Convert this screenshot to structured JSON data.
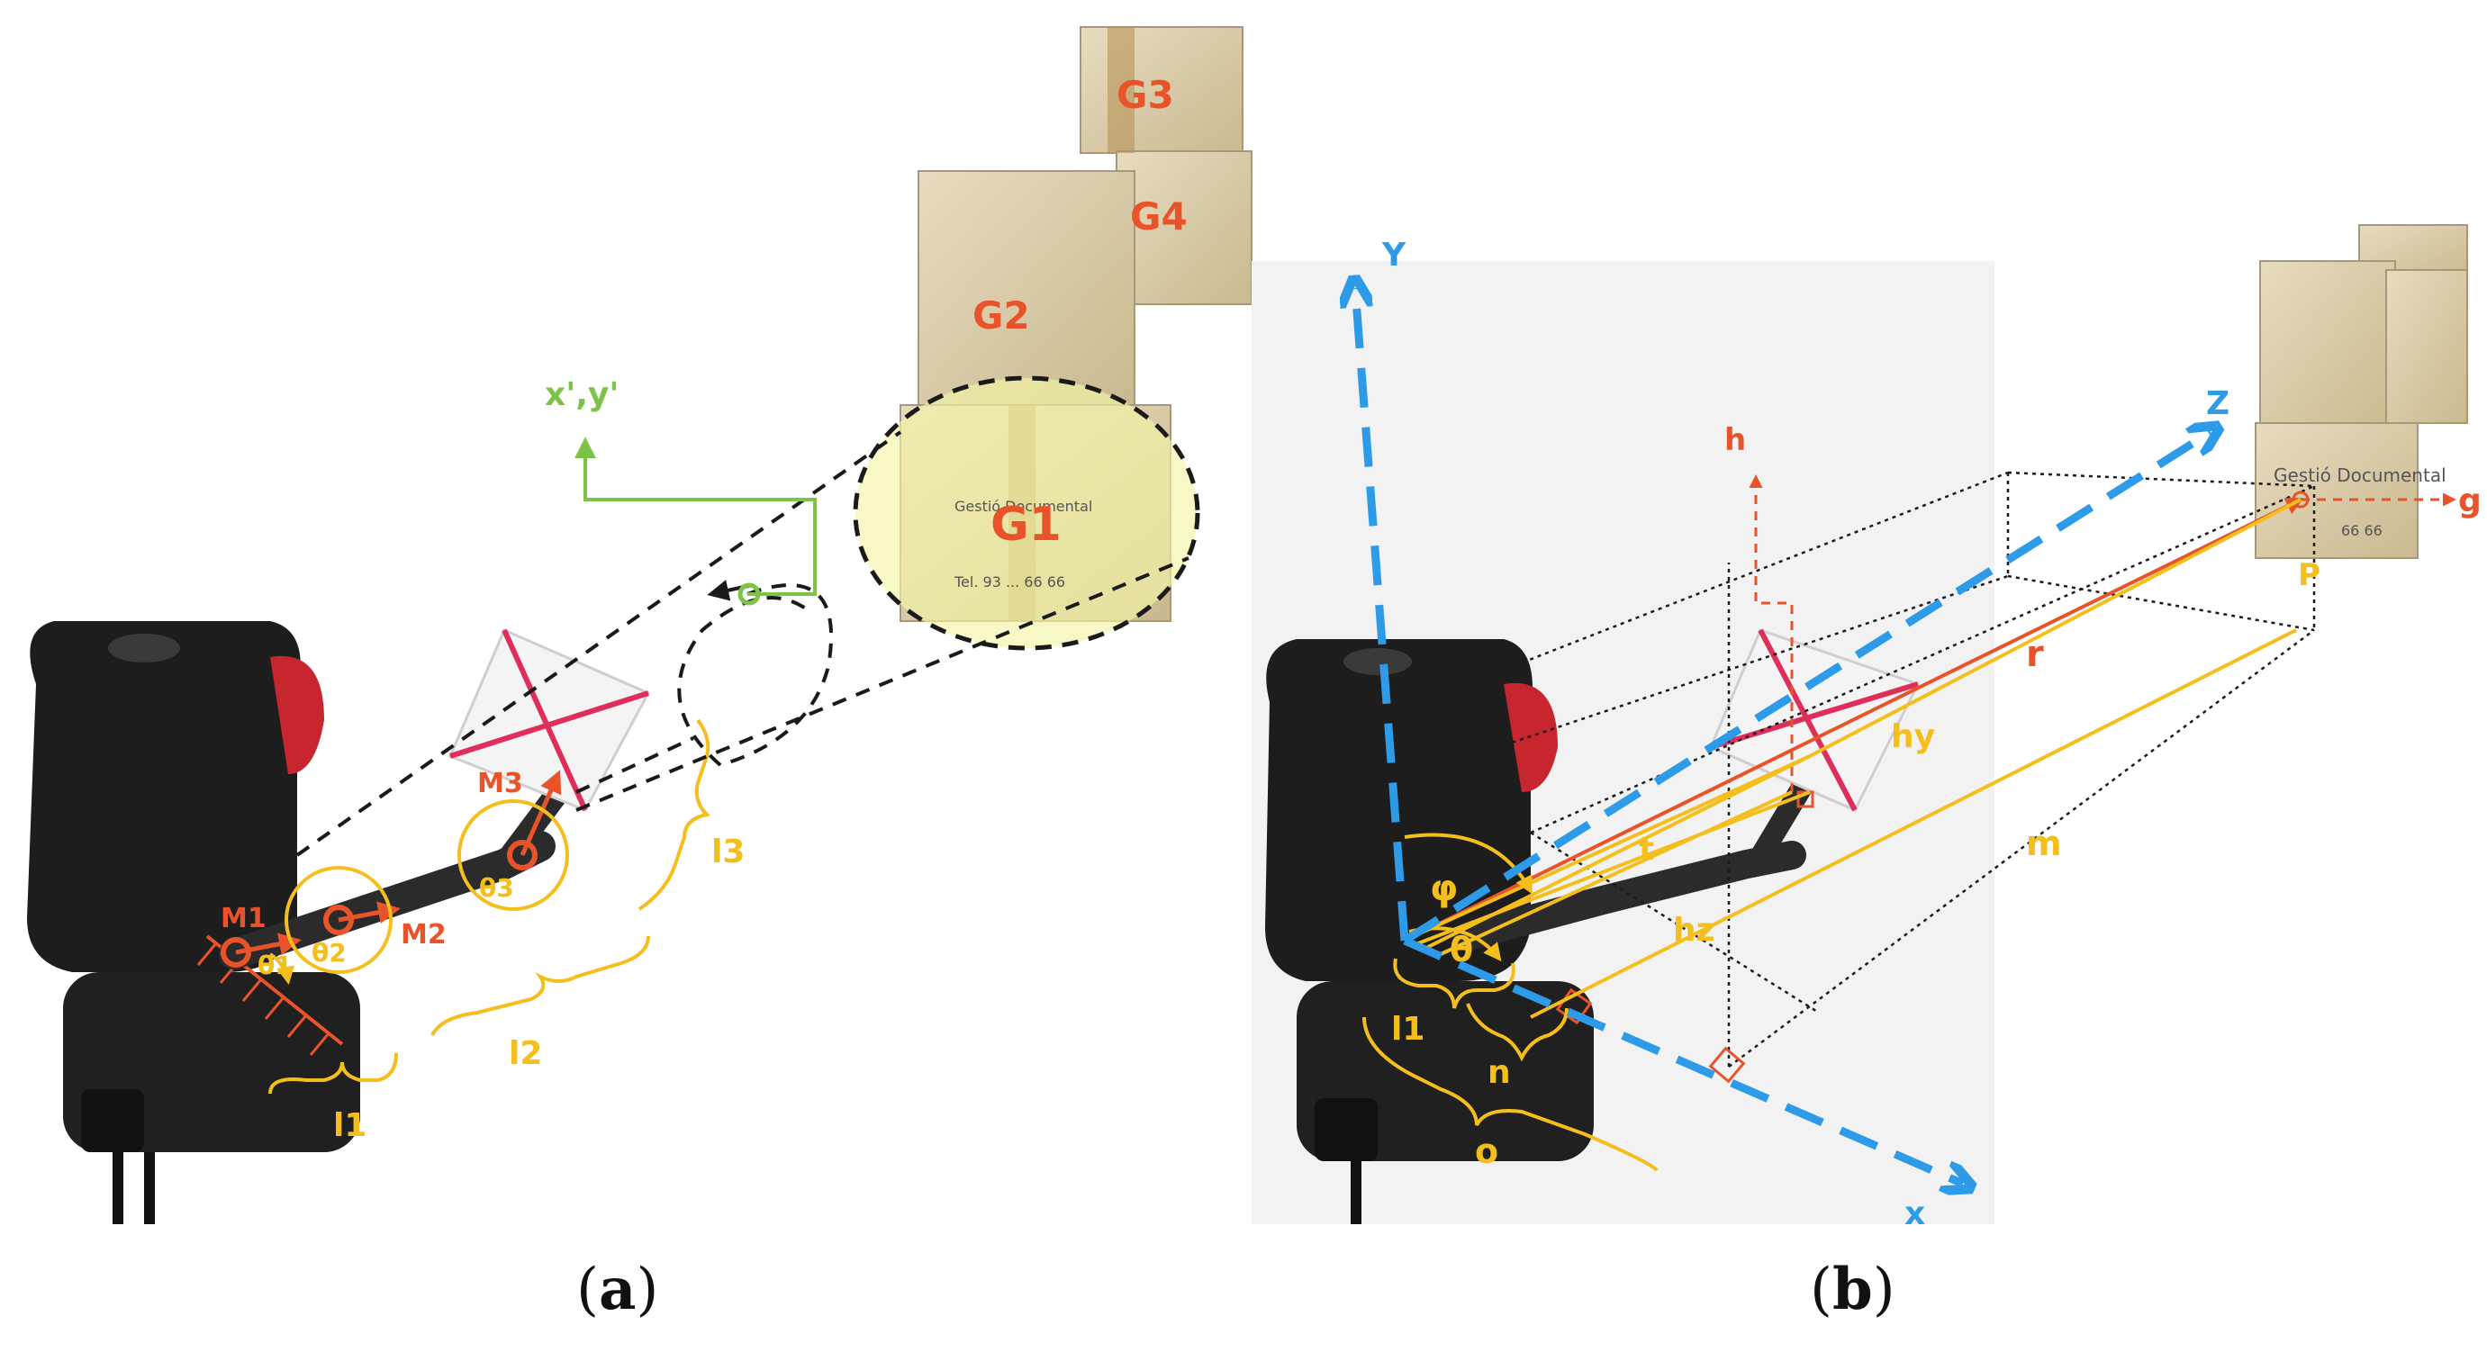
{
  "panels": {
    "a": {
      "caption_open": "(",
      "caption_letter": "a",
      "caption_close": ")",
      "labels": {
        "frame": "x',y'",
        "motors": [
          "M1",
          "M2",
          "M3"
        ],
        "angles": [
          "θ1",
          "θ2",
          "θ3"
        ],
        "links": [
          "l1",
          "l2",
          "l3"
        ],
        "targets": [
          "G1",
          "G2",
          "G3",
          "G4"
        ],
        "box_text_g1_brand": "Gestió Documental",
        "box_text_g1_phone": "Tel. 93 ... 66 66"
      }
    },
    "b": {
      "caption_open": "(",
      "caption_letter": "b",
      "caption_close": ")",
      "labels": {
        "axes": [
          "Y",
          "Z",
          "x"
        ],
        "h": "h",
        "g": "g",
        "p": "P",
        "r": "r",
        "hy": "hy",
        "hz": "hz",
        "t": "t",
        "m": "m",
        "phi": "φ",
        "theta": "θ",
        "l1": "l1",
        "n": "n",
        "o": "o",
        "box_brand": "Gestió Documental",
        "box_phone": "66 66"
      }
    }
  },
  "colors": {
    "axis_blue": "#2d9be8",
    "label_red": "#e8532a",
    "label_yellow": "#f4bf1c",
    "frame_green": "#7cc347",
    "dashed_black": "#1a1a1a",
    "highlight": "#f3f4a6",
    "box_tan": "#dccfae",
    "robot_dark": "#1d1d1d"
  }
}
